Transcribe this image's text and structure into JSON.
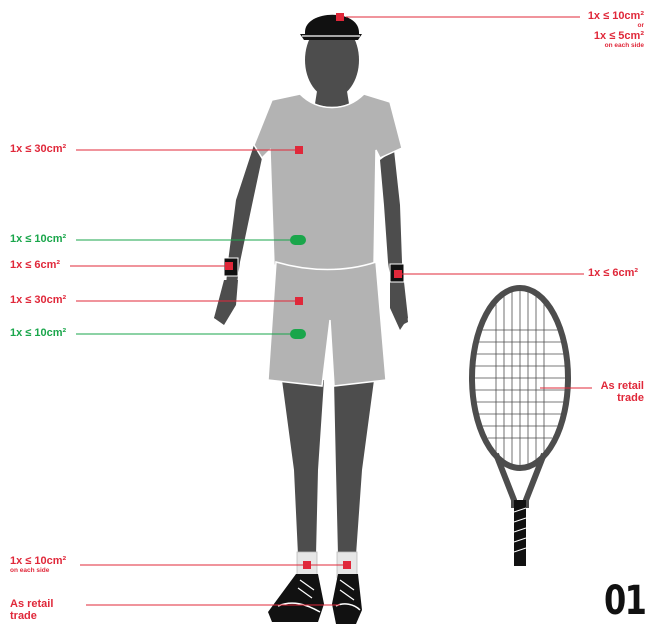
{
  "labels": {
    "cap_main": "1x ≤ 10cm²",
    "cap_or": "or",
    "cap_alt": "1x ≤ 5cm²",
    "cap_alt_note": "on each side",
    "shirt": "1x ≤ 30cm²",
    "shirt_green": "1x ≤ 10cm²",
    "wristband_left": "1x ≤ 6cm²",
    "wristband_right": "1x ≤ 6cm²",
    "shorts": "1x ≤ 30cm²",
    "shorts_green": "1x ≤ 10cm²",
    "socks": "1x ≤ 10cm²",
    "socks_note": "on each side",
    "shoes_line1": "As retail",
    "shoes_line2": "trade",
    "racket_line1": "As retail",
    "racket_line2": "trade"
  },
  "page_number": "01",
  "colors": {
    "red": "#e0283a",
    "green": "#1aa64b",
    "body": "#4d4d4d",
    "garment": "#b3b3b3",
    "black": "#111111"
  }
}
